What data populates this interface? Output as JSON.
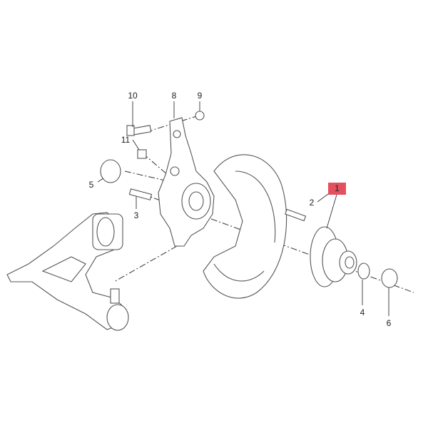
{
  "diagram": {
    "title": "Front wheel hub / steering knuckle exploded view",
    "labels": {
      "p1": "1",
      "p2": "2",
      "p3": "3",
      "p4": "4",
      "p5": "5",
      "p6": "6",
      "p8": "8",
      "p9": "9",
      "p10": "10",
      "p11": "11"
    },
    "highlight_color": "#e5505f"
  }
}
